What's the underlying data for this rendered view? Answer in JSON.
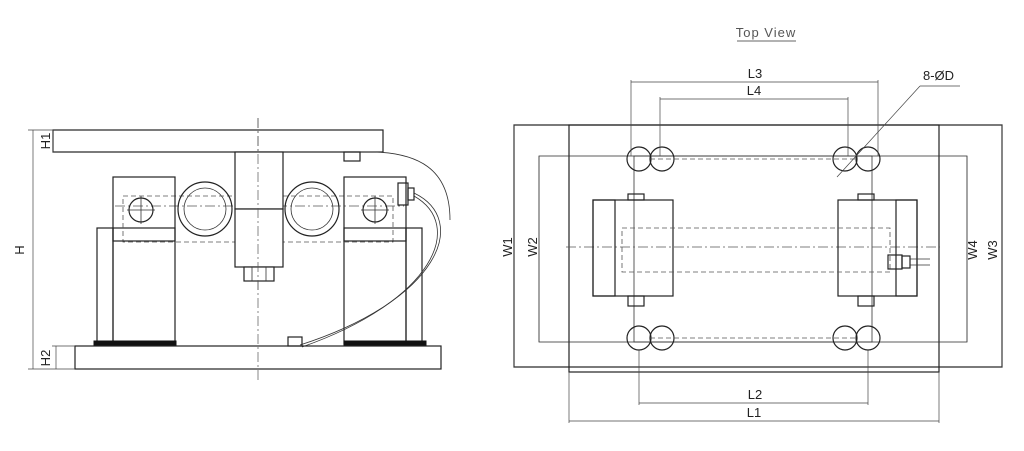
{
  "title": "Top View",
  "front_view": {
    "h": "H",
    "h1": "H1",
    "h2": "H2"
  },
  "top_view": {
    "l1": "L1",
    "l2": "L2",
    "l3": "L3",
    "l4": "L4",
    "w1": "W1",
    "w2": "W2",
    "w3": "W3",
    "w4": "W4",
    "holes": "8-ØD"
  }
}
